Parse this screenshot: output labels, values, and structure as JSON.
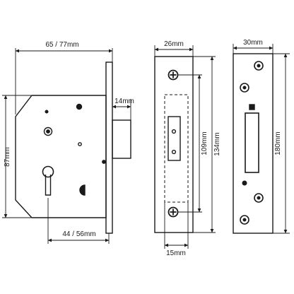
{
  "dimensions": {
    "lock_width": "65 / 77mm",
    "bolt_throw": "14mm",
    "lock_height": "87mm",
    "backset": "44 / 56mm",
    "forend_width": "26mm",
    "fixing_centres": "109mm",
    "forend_height": "134mm",
    "forend_slot_width": "15mm",
    "strike_width": "30mm",
    "strike_height": "180mm"
  },
  "colors": {
    "line": "#1a1a1a",
    "dim_line": "#444444"
  }
}
